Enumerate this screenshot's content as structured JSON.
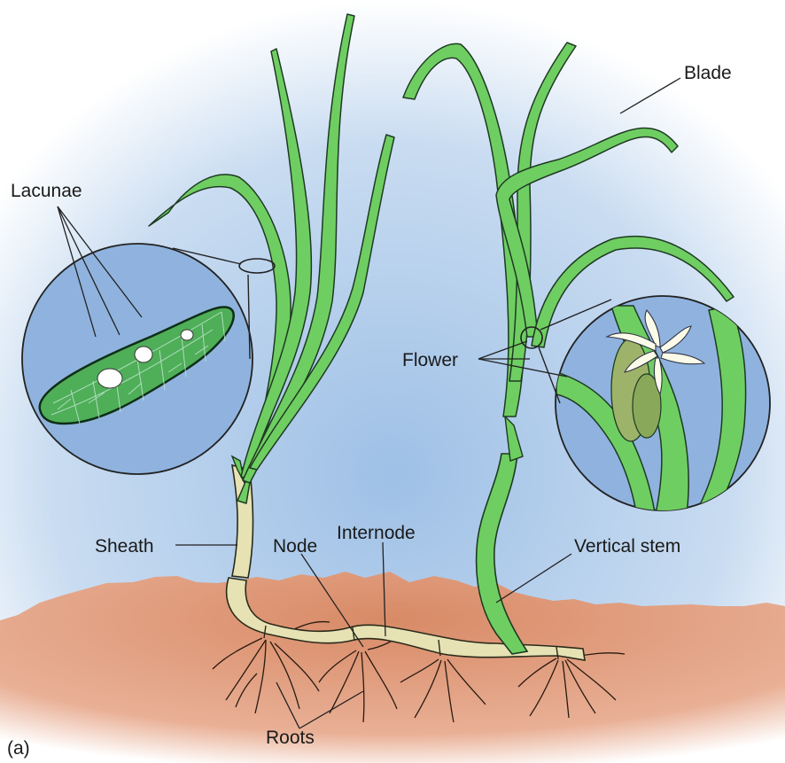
{
  "labels": {
    "lacunae": "Lacunae",
    "blade": "Blade",
    "flower": "Flower",
    "sheath": "Sheath",
    "node": "Node",
    "internode": "Internode",
    "vertical_stem": "Vertical stem",
    "roots": "Roots",
    "panel": "(a)"
  },
  "colors": {
    "water": "#aecbe8",
    "sediment": "#d98f6c",
    "leaf_green": "#6fce62",
    "rhizome": "#e6e2b4",
    "inset_bg": "#8fb3de",
    "outline": "#1e3a22"
  }
}
